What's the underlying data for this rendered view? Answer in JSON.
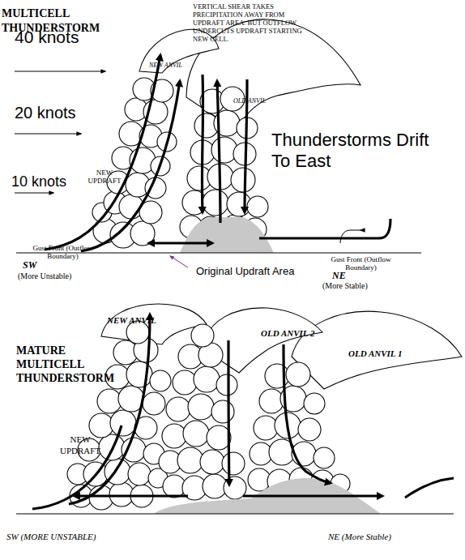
{
  "diagram": {
    "labels": [
      "MULTICELL THUNDERSTORM",
      "VERTICAL SHEAR TAKES PRECIPITATION AWAY FROM UPDRAFT AREA. BUT OUTFLOW UNDERCUTS UPDRAFT STARTING NEW CELL.",
      "40 knots",
      "20 knots",
      "10 knots",
      "NEW ANVIL",
      "OLD ANVIL",
      "NEW UPDRAFT",
      "Thunderstorms Drift To East",
      "Gust Front (Outflow Boundary)",
      "Original Updraft Area",
      "Gust Front (Outflow Boundary)",
      "SW",
      "(More Unstable)",
      "NE",
      "(More Stable)",
      "NEW ANVIL",
      "OLD ANVIL 2",
      "OLD ANVIL 1",
      "MATURE MULTICELL THUNDERSTORM",
      "NEW UPDRAFT",
      "SW (MORE UNSTABLE)",
      "NE (More Stable)"
    ]
  }
}
